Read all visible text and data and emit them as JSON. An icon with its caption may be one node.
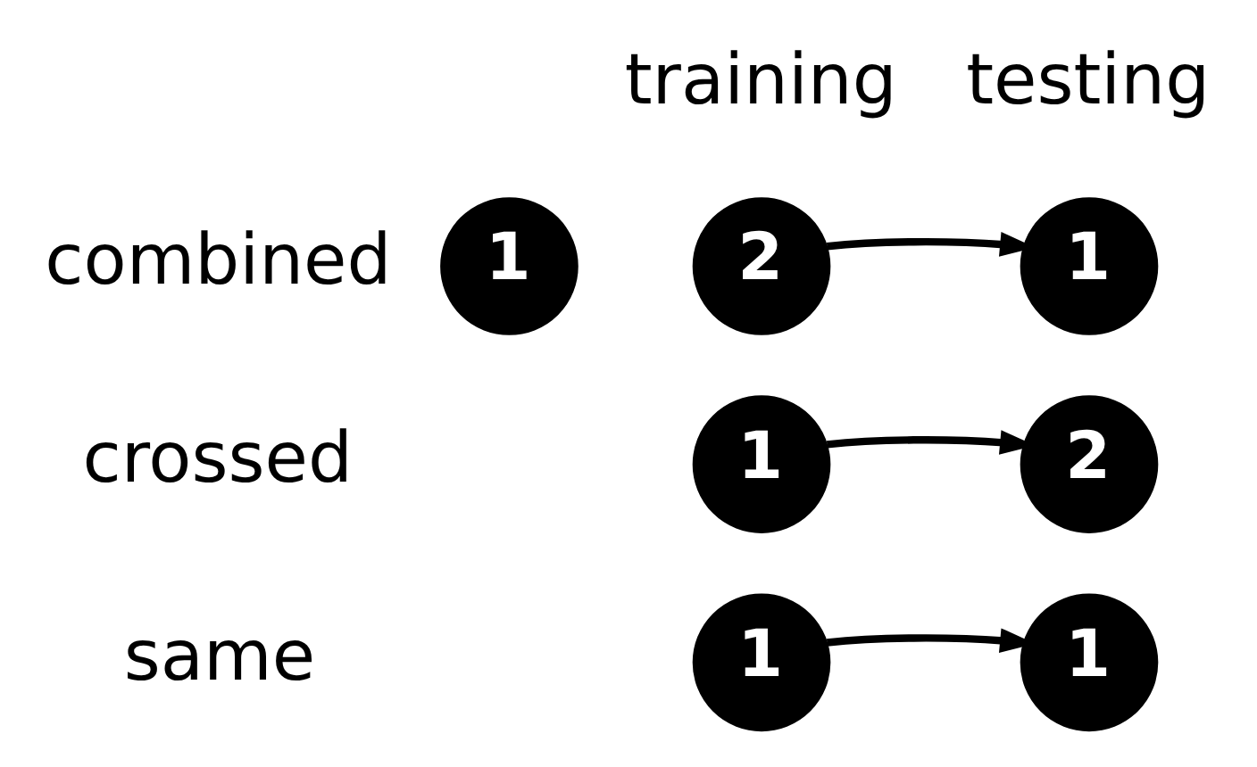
{
  "diagram": {
    "nodes": [
      {
        "text": [
          "1"
        ]
      },
      {
        "text": [
          "1"
        ]
      },
      {
        "text": [
          "1"
        ]
      },
      {
        "text": [
          "2"
        ]
      },
      {
        "text": [
          "1"
        ]
      },
      {
        "text": [
          "2"
        ]
      },
      {
        "text": [
          "1"
        ]
      }
    ],
    "edges": [
      {
        "from": 0,
        "to": 1,
        "arrow": "to"
      },
      {
        "from": 2,
        "to": 3,
        "arrow": "to"
      },
      {
        "from": 5,
        "to": 6,
        "arrow": "to"
      }
    ],
    "labels": [
      "training",
      "testing",
      "same",
      "crossed",
      "combined"
    ]
  }
}
